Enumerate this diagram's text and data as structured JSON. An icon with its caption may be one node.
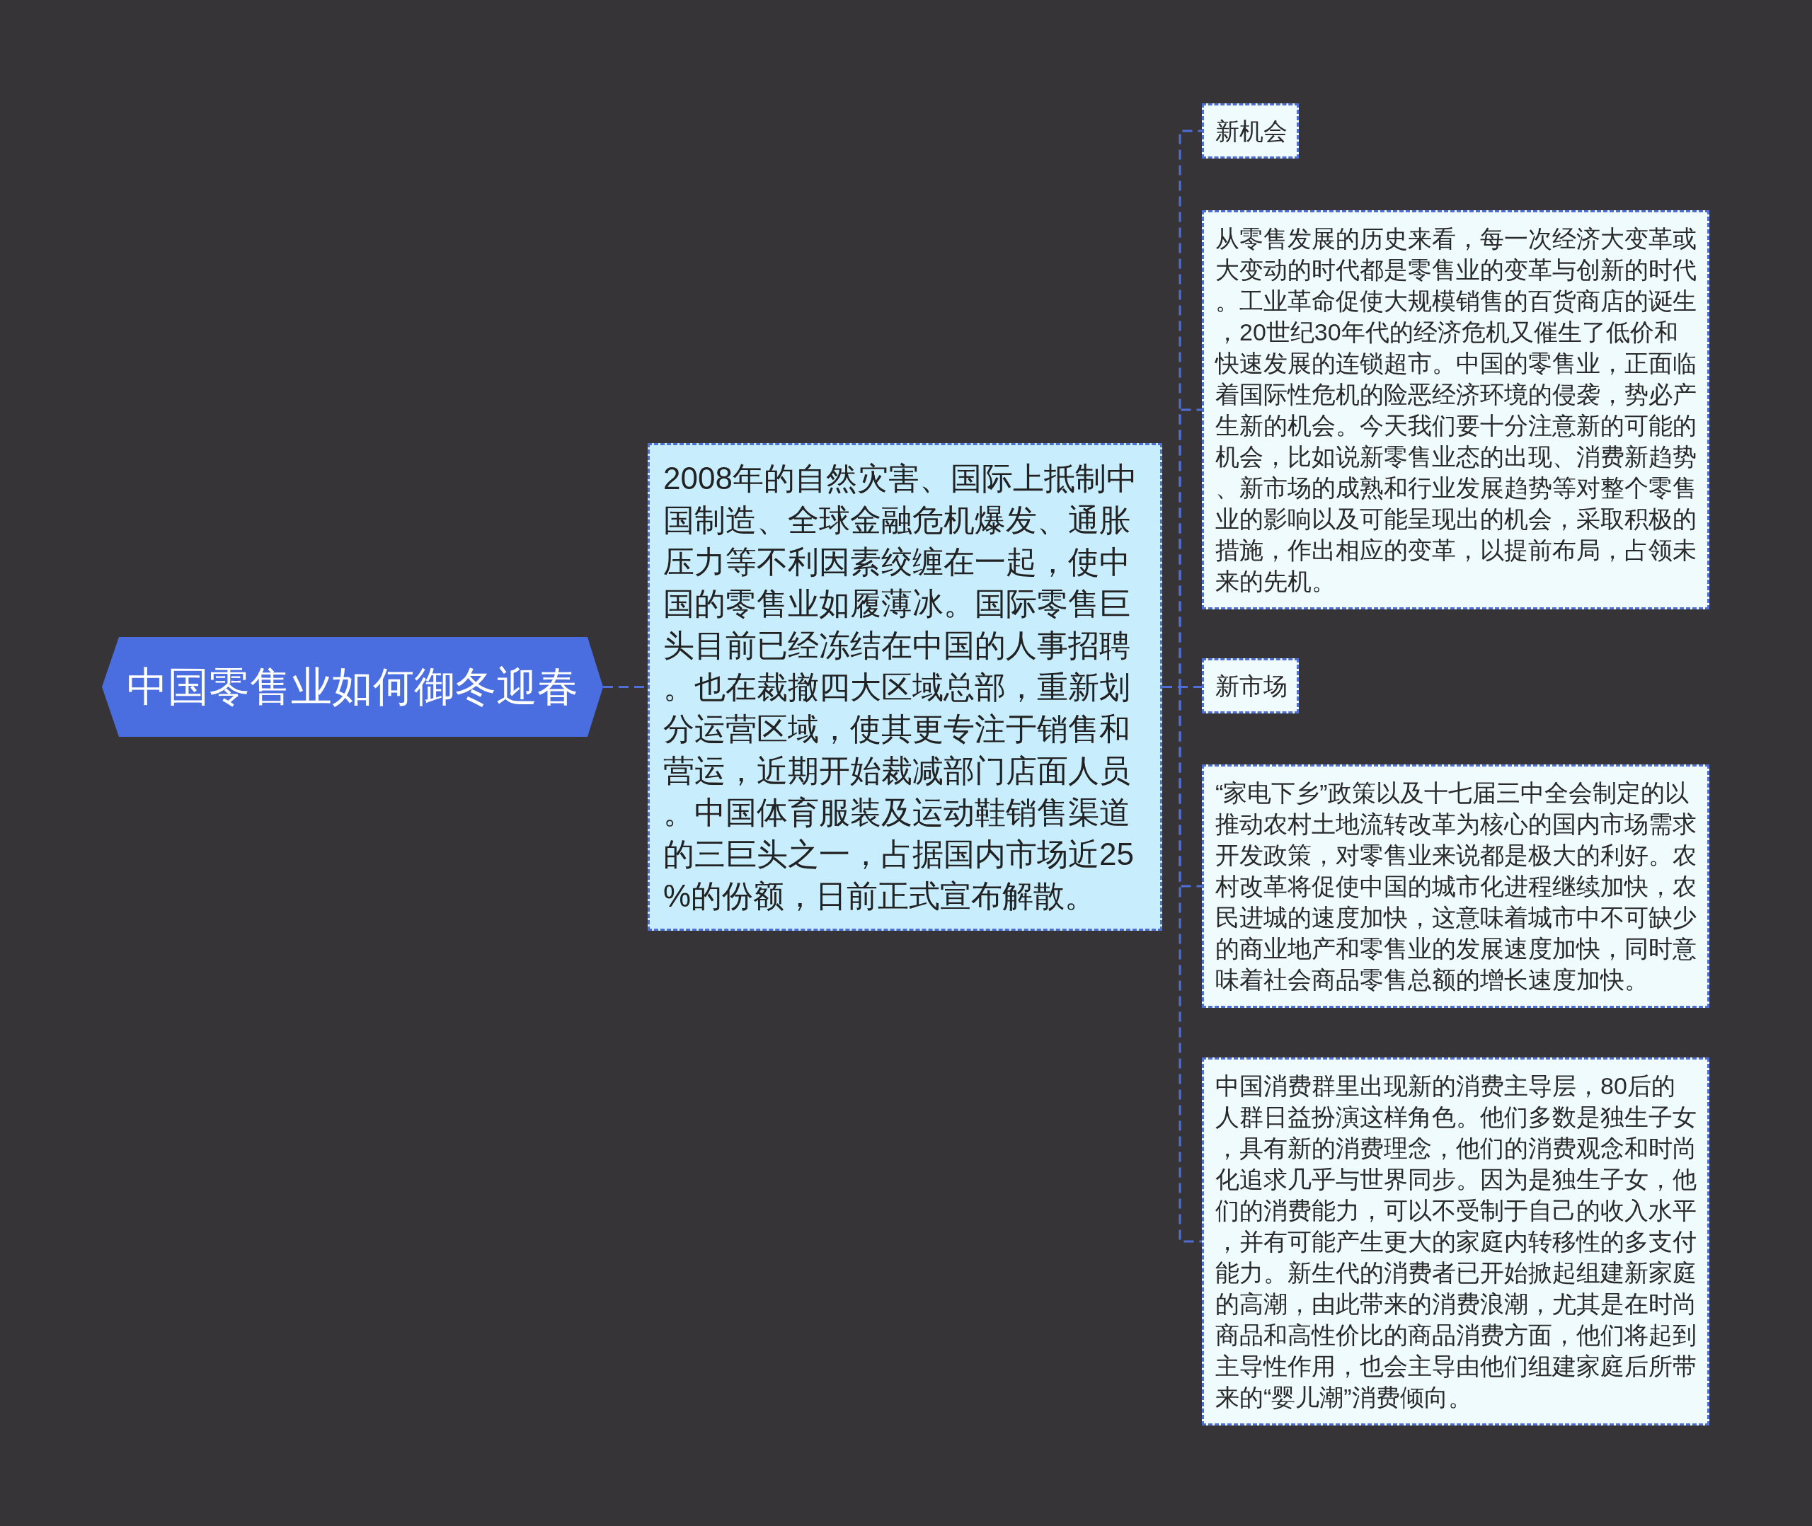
{
  "diagram": {
    "nodes": [
      {
        "text": [
          "中国零售业如何御冬迎春"
        ]
      },
      {
        "text": [
          "2008年的自然灾害、国际上抵制中国制造、全球金融危机爆发、通胀压力等不利因素绞缠在一起，使中国的零售业如履薄冰。国际零售巨头目前已经冻结在中国的人事招聘。也在裁撤四大区域总部，重新划分运营区域，使其更专注于销售和营运，近期开始裁减部门店面人员。中国体育服装及运动鞋销售渠道的三巨头之一，占据国内市场近25%的份额，日前正式宣布解散。"
        ]
      },
      {
        "text": [
          "新机会"
        ]
      },
      {
        "text": [
          "从零售发展的历史来看，每一次经济大变革或大变动的时代都是零售业的变革与创新的时代。工业革命促使大规模销售的百货商店的诞生，20世纪30年代的经济危机又催生了低价和快速发展的连锁超市。中国的零售业，正面临着国际性危机的险恶经济环境的侵袭，势必产生新的机会。今天我们要十分注意新的可能的机会，比如说新零售业态的出现、消费新趋势、新市场的成熟和行业发展趋势等对整个零售业的影响以及可能呈现出的机会，采取积极的措施，作出相应的变革，以提前布局，占领未来的先机。"
        ]
      },
      {
        "text": [
          "新市场"
        ]
      },
      {
        "text": [
          "“家电下乡”政策以及十七届三中全会制定的以推动农村土地流转改革为核心的国内市场需求开发政策，对零售业来说都是极大的利好。农村改革将促使中国的城市化进程继续加快，农民进城的速度加快，这意味着城市中不可缺少的商业地产和零售业的发展速度加快，同时意味着社会商品零售总额的增长速度加快。"
        ]
      },
      {
        "text": [
          "中国消费群里出现新的消费主导层，80后的人群日益扮演这样角色。他们多数是独生子女，具有新的消费理念，他们的消费观念和时尚化追求几乎与世界同步。因为是独生子女，他们的消费能力，可以不受制于自己的收入水平，并有可能产生更大的家庭内转移性的多支付能力。新生代的消费者已开始掀起组建新家庭的高潮，由此带来的消费浪潮，尤其是在时尚商品和高性价比的商品消费方面，他们将起到主导性作用，也会主导由他们组建家庭后所带来的“婴儿潮”消费倾向。"
        ]
      }
    ],
    "edges": [
      {
        "from": 0,
        "to": 1,
        "arrow": "none",
        "style": "dashed"
      },
      {
        "from": 1,
        "to": 2,
        "arrow": "none",
        "style": "dashed"
      },
      {
        "from": 1,
        "to": 3,
        "arrow": "none",
        "style": "dashed"
      },
      {
        "from": 1,
        "to": 4,
        "arrow": "none",
        "style": "dashed"
      },
      {
        "from": 1,
        "to": 5,
        "arrow": "none",
        "style": "dashed"
      },
      {
        "from": 1,
        "to": 6,
        "arrow": "none",
        "style": "dashed"
      }
    ]
  }
}
